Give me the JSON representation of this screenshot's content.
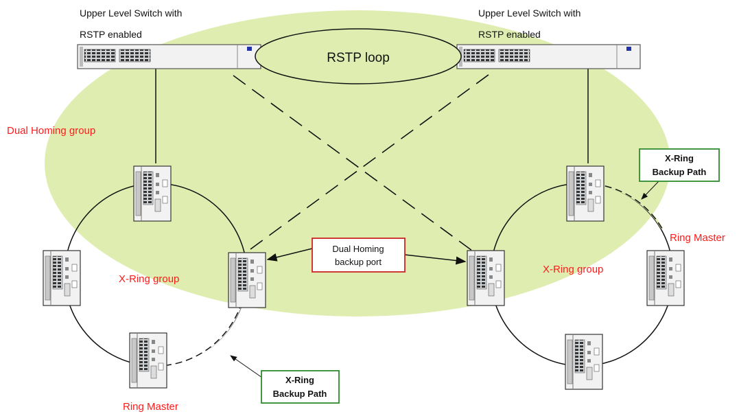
{
  "diagram": {
    "upper_left_label": [
      "Upper Level Switch with",
      "RSTP enabled"
    ],
    "upper_right_label": [
      "Upper Level Switch with",
      "RSTP enabled"
    ],
    "rstp_loop": "RSTP loop",
    "dual_homing_group": "Dual Homing group",
    "x_ring_group_left": "X-Ring group",
    "x_ring_group_right": "X-Ring group",
    "ring_master_left": "Ring Master",
    "ring_master_right": "Ring Master",
    "dual_homing_backup_port": [
      "Dual Homing",
      "backup port"
    ],
    "x_ring_backup_path_left": [
      "X-Ring",
      "Backup Path"
    ],
    "x_ring_backup_path_right": [
      "X-Ring",
      "Backup Path"
    ]
  },
  "colors": {
    "dual_homing_area": "#dfeeb0",
    "label_red": "#ff1a1a",
    "box_green": "#2e8b2e",
    "box_red": "#cc2222",
    "line": "#111111"
  }
}
